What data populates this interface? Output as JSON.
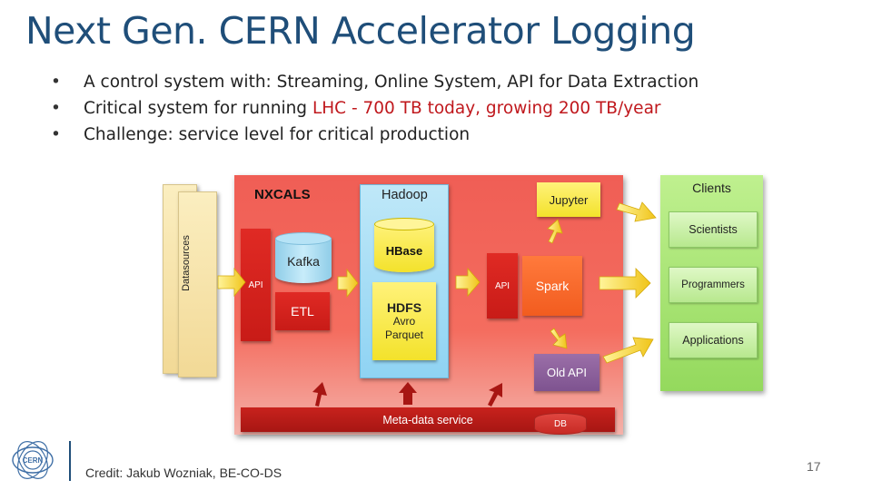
{
  "title": "Next Gen. CERN Accelerator Logging",
  "bullets": [
    {
      "text": "A control system with: Streaming, Online System, API for Data Extraction",
      "highlight": ""
    },
    {
      "text": "Critical system for running ",
      "highlight": "LHC - 700 TB today, growing 200 TB/year"
    },
    {
      "text": "Challenge: service level for critical production",
      "highlight": ""
    }
  ],
  "diagram": {
    "datasources": "Datasources",
    "nxcals": "NXCALS",
    "api_left": "API",
    "kafka": "Kafka",
    "etl": "ETL",
    "hadoop": "Hadoop",
    "hbase": "HBase",
    "hdfs": "HDFS",
    "avro": "Avro",
    "parquet": "Parquet",
    "api_right": "API",
    "jupyter": "Jupyter",
    "spark": "Spark",
    "old_api": "Old API",
    "clients": "Clients",
    "client_items": [
      "Scientists",
      "Programmers",
      "Applications"
    ],
    "metadata": "Meta-data service",
    "db": "DB"
  },
  "logo_text": "CERN",
  "credit": "Credit: Jakub Wozniak, BE-CO-DS",
  "page_number": "17",
  "colors": {
    "title": "#1f4e79",
    "highlight_red": "#c0181d",
    "nxcals_red": "#f05e55",
    "clients_green": "#94d95d",
    "hadoop_blue": "#8fd3f3",
    "component_yellow": "#f3e22b",
    "old_api_purple": "#7e5390"
  }
}
